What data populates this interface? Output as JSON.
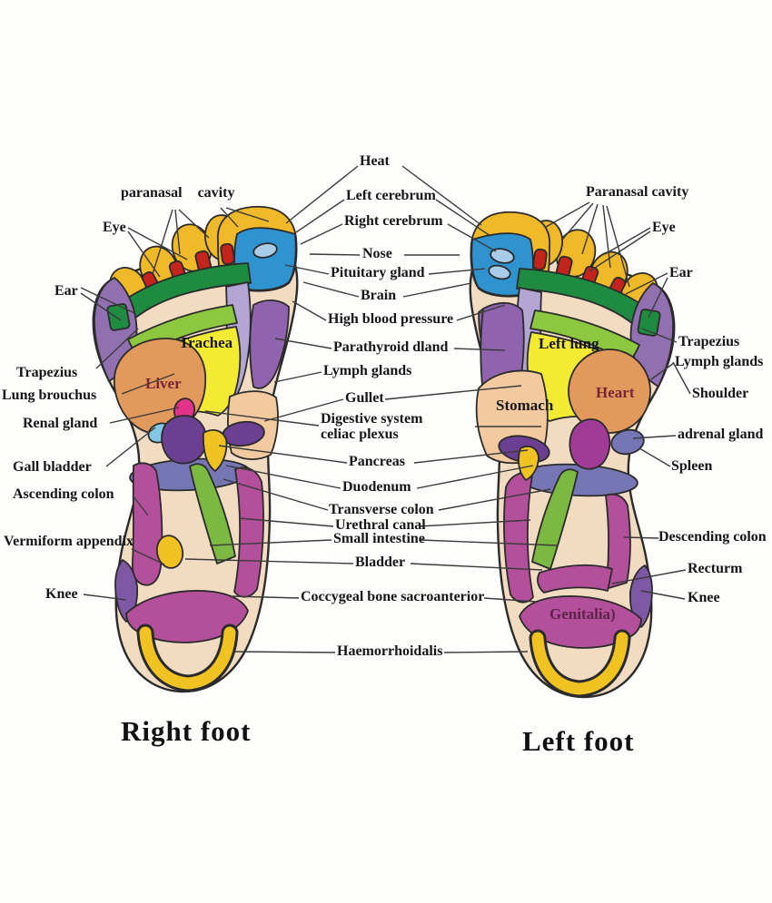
{
  "captions": {
    "right_foot": "Right foot",
    "left_foot": "Left foot"
  },
  "labels": {
    "paranasal_left": "paranasal cavity",
    "eye_left": "Eye",
    "ear_left": "Ear",
    "trapezius_left": "Trapezius",
    "lung_bronchus": "Lung brouchus",
    "renal_gland": "Renal gland",
    "gall_bladder": "Gall bladder",
    "ascending_colon": "Ascending colon",
    "vermiform_appendix": "Vermiform appendix",
    "knee_left": "Knee",
    "heat": "Heat",
    "left_cerebrum": "Left cerebrum",
    "right_cerebrum": "Right cerebrum",
    "nose": "Nose",
    "pituitary_gland": "Pituitary gland",
    "brain": "Brain",
    "high_blood_pressure": "High blood pressure",
    "parathyroid_gland": "Parathyroid dland",
    "lymph_glands_center": "Lymph glands",
    "gullet": "Gullet",
    "digestive_line1": "Digestive system",
    "digestive_line2": "celiac plexus",
    "pancreas": "Pancreas",
    "duodenum": "Duodenum",
    "transverse_colon": "Transverse colon",
    "urethral_canal": "Urethral canal",
    "small_intestine": "Small intestine",
    "bladder": "Bladder",
    "coccygeal": "Coccygeal bone sacroanterior",
    "haemorrhoidalis": "Haemorrhoidalis",
    "paranasal_right": "Paranasal cavity",
    "eye_right": "Eye",
    "ear_right": "Ear",
    "trapezius_right": "Trapezius",
    "lymph_glands_right": "Lymph glands",
    "shoulder": "Shoulder",
    "adrenal_gland": "adrenal gland",
    "spleen": "Spleen",
    "descending_colon": "Descending colon",
    "rectum": "Recturm",
    "knee_right": "Knee"
  },
  "foot_zones": {
    "trachea": "Trachea",
    "liver": "Liver",
    "left_lung": "Left lung",
    "stomach": "Stomach",
    "heart": "Heart",
    "genitalia": "Genitalia)"
  },
  "colors": {
    "sole_skin": "#f1dcc2",
    "toe_yellow": "#f0b929",
    "big_toe_blue": "#2f93cf",
    "pituitary_oval": "#a9cce8",
    "toe_base_red": "#c3251c",
    "dark_green_band": "#1f8b41",
    "light_green_stripe": "#8dc63f",
    "lung_yellow": "#f3ea33",
    "lavender_strip": "#b3a6d4",
    "purple_zone": "#926fb1",
    "knee_purple": "#7e58a5",
    "magenta_band": "#b44f9c",
    "slate_colon": "#7676b5",
    "organ_orange": "#e29a5c",
    "stomach_peach": "#f3c9a0",
    "renal_pink": "#e13387",
    "gall_light_blue": "#85c6e4",
    "dark_purple_blob": "#6b3f92",
    "heel_yellow": "#f0c322",
    "outline": "#2b2b2b"
  }
}
